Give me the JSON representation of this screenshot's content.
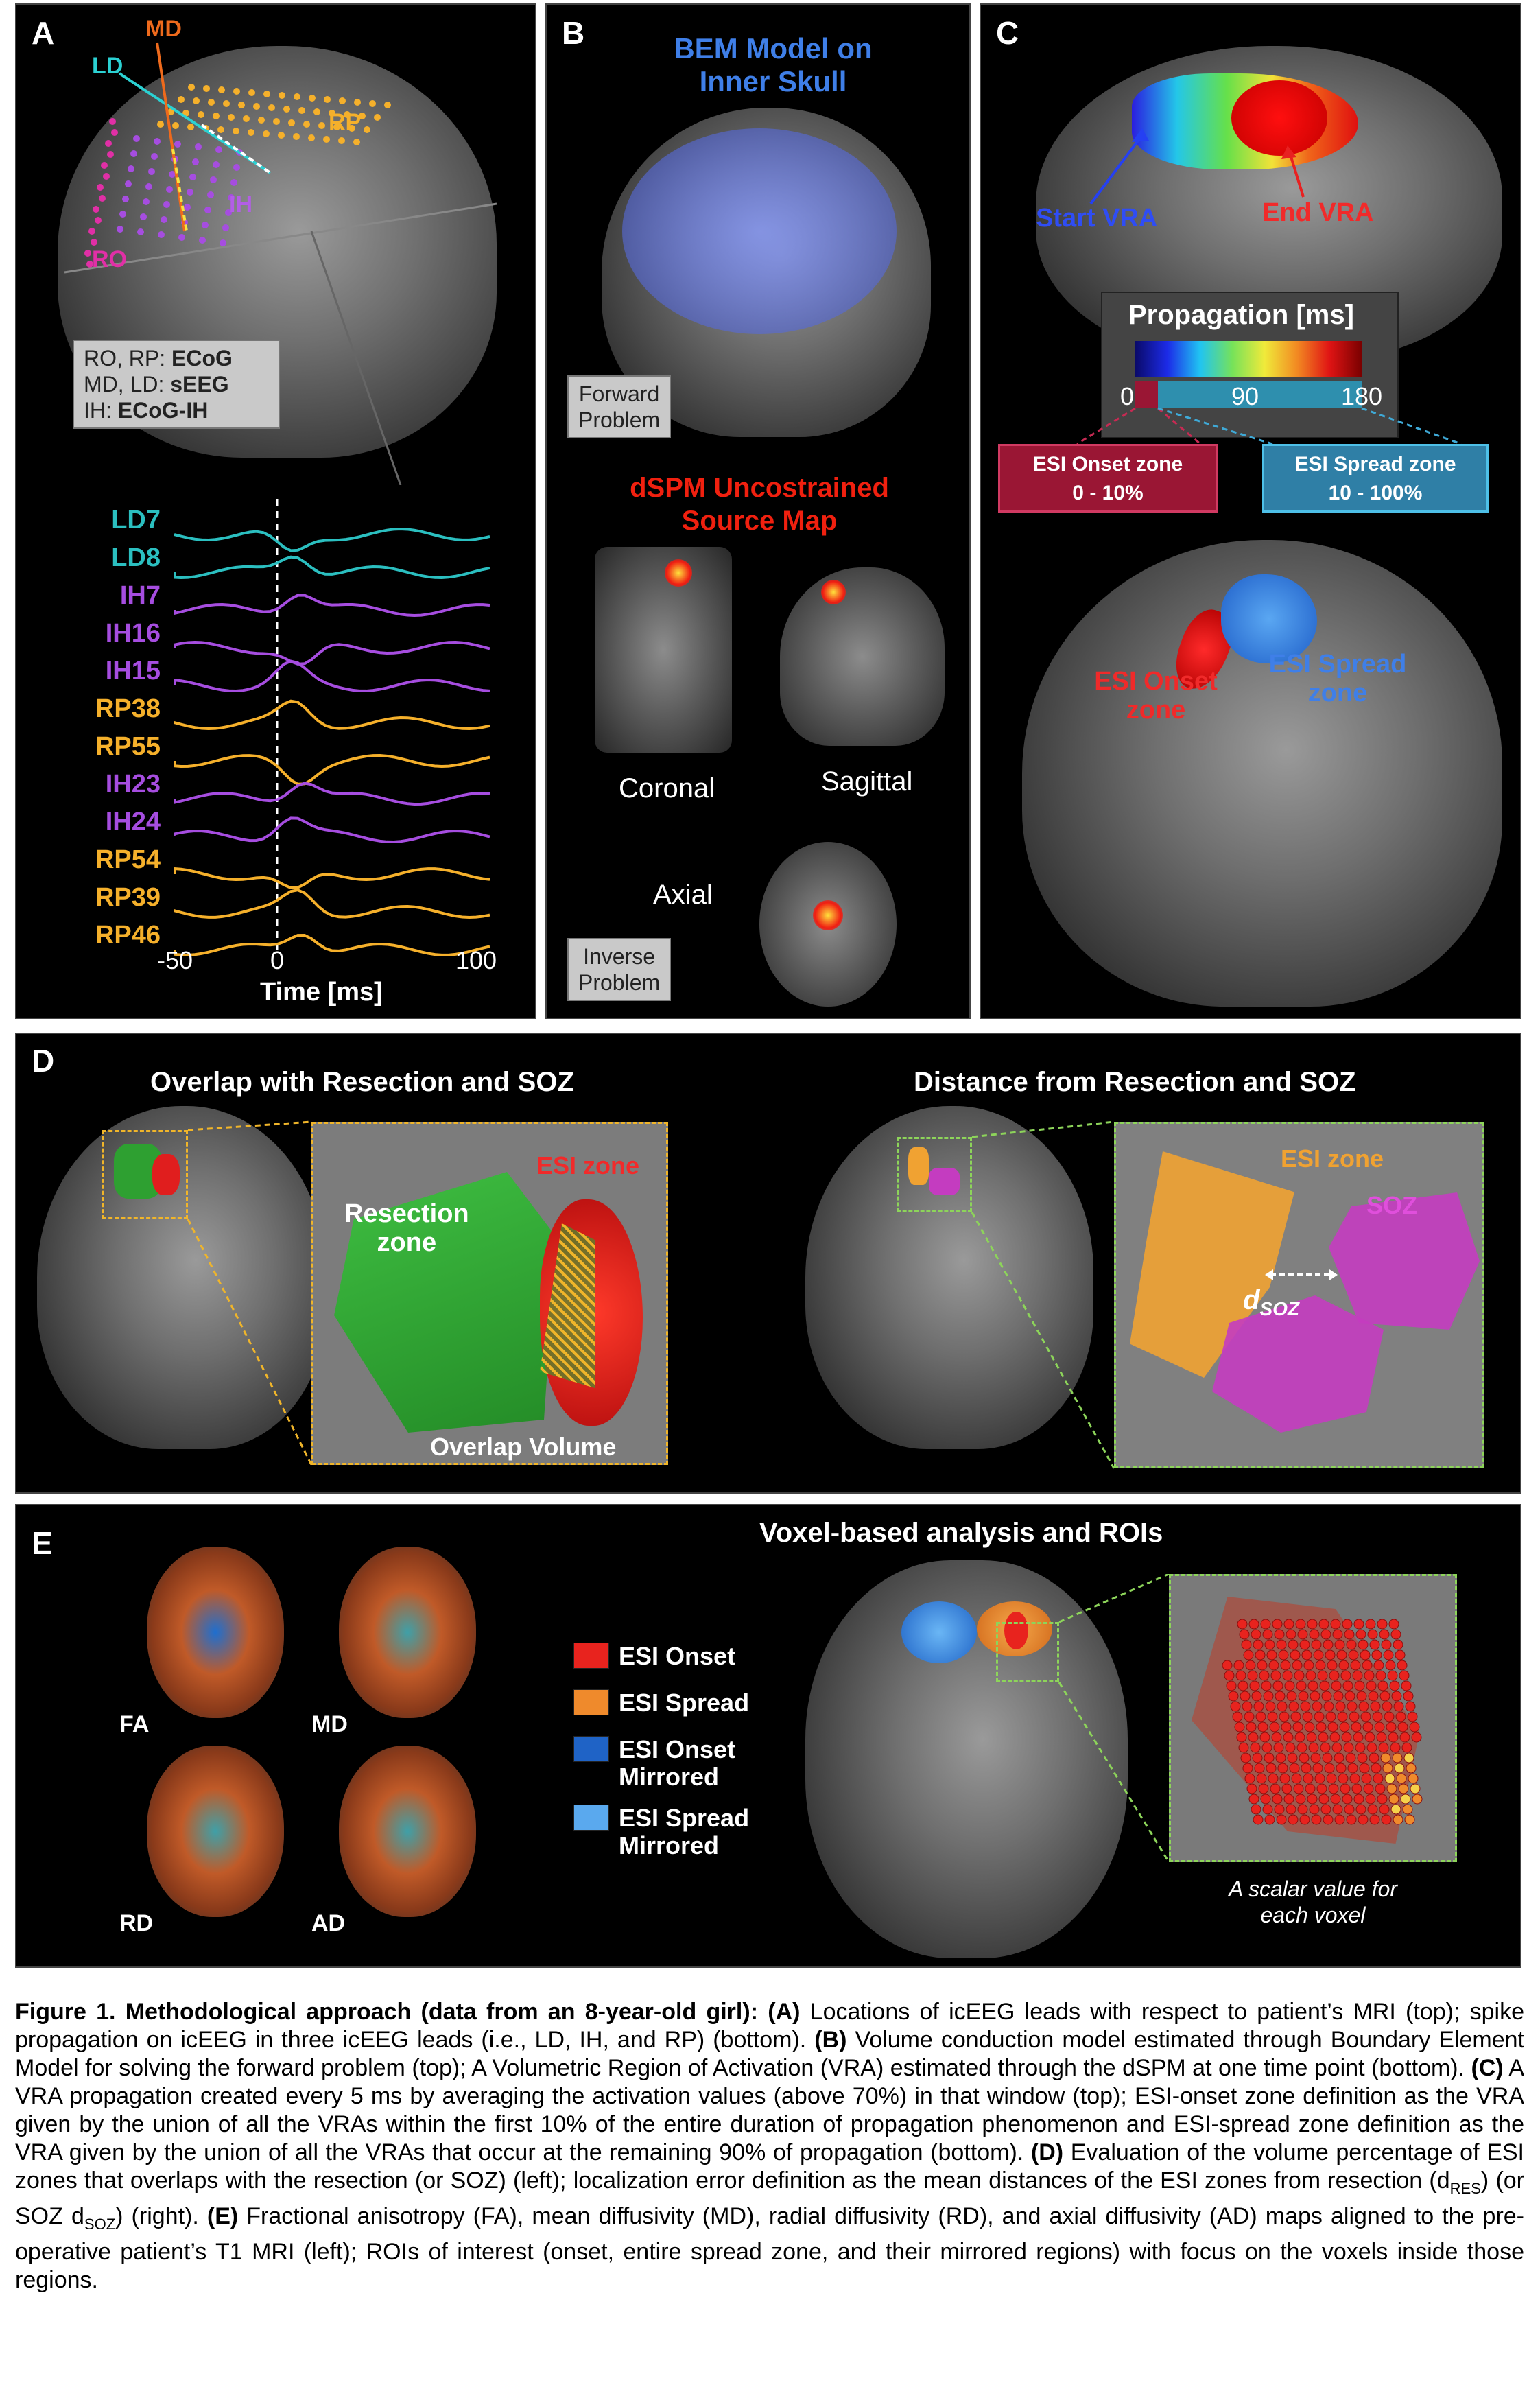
{
  "panelA": {
    "label": "A",
    "leads": {
      "md": "MD",
      "ld": "LD",
      "rp": "RP",
      "ih": "IH",
      "ro": "RO"
    },
    "legend": [
      {
        "prefix": "RO, RP: ",
        "type": "ECoG"
      },
      {
        "prefix": "MD, LD: ",
        "type": "sEEG"
      },
      {
        "prefix": "IH: ",
        "type": "ECoG-IH"
      }
    ],
    "traces": [
      {
        "name": "LD7",
        "color": "#2bbfc0"
      },
      {
        "name": "LD8",
        "color": "#2bbfc0"
      },
      {
        "name": "IH7",
        "color": "#a64de0"
      },
      {
        "name": "IH16",
        "color": "#a64de0"
      },
      {
        "name": "IH15",
        "color": "#a64de0"
      },
      {
        "name": "RP38",
        "color": "#f5b02b"
      },
      {
        "name": "RP55",
        "color": "#f5b02b"
      },
      {
        "name": "IH23",
        "color": "#a64de0"
      },
      {
        "name": "IH24",
        "color": "#a64de0"
      },
      {
        "name": "RP54",
        "color": "#f5b02b"
      },
      {
        "name": "RP39",
        "color": "#f5b02b"
      },
      {
        "name": "RP46",
        "color": "#f5b02b"
      }
    ],
    "xticks": [
      "-50",
      "0",
      "100"
    ],
    "xlabel": "Time [ms]"
  },
  "panelB": {
    "label": "B",
    "bem_title_1": "BEM Model on",
    "bem_title_2": "Inner Skull",
    "forward_1": "Forward",
    "forward_2": "Problem",
    "dspm_1": "dSPM Uncostrained",
    "dspm_2": "Source Map",
    "coronal": "Coronal",
    "sagittal": "Sagittal",
    "axial": "Axial",
    "inverse_1": "Inverse",
    "inverse_2": "Problem"
  },
  "panelC": {
    "label": "C",
    "start_vra": "Start VRA",
    "end_vra": "End VRA",
    "propagation": "Propagation [ms]",
    "ticks": [
      "0",
      "90",
      "180"
    ],
    "onset_box_1": "ESI Onset zone",
    "onset_box_2": "0 - 10%",
    "spread_box_1": "ESI Spread zone",
    "spread_box_2": "10 - 100%",
    "onset_zone_1": "ESI Onset",
    "onset_zone_2": "zone",
    "spread_zone_1": "ESI Spread",
    "spread_zone_2": "zone"
  },
  "panelD": {
    "label": "D",
    "left_title": "Overlap with Resection and SOZ",
    "right_title": "Distance from Resection and SOZ",
    "esi_zone_red": "ESI zone",
    "resection_1": "Resection",
    "resection_2": "zone",
    "overlap": "Overlap Volume",
    "esi_zone_orange": "ESI zone",
    "soz": "SOZ",
    "dsoz_main": "d",
    "dsoz_sub": "SOZ"
  },
  "panelE": {
    "label": "E",
    "title": "Voxel-based analysis and ROIs",
    "maps": [
      "FA",
      "MD",
      "RD",
      "AD"
    ],
    "legend": [
      {
        "line1": "ESI Onset",
        "line2": "",
        "color": "#e8231e"
      },
      {
        "line1": "ESI Spread",
        "line2": "",
        "color": "#ef8a2c"
      },
      {
        "line1": "ESI Onset",
        "line2": "Mirrored",
        "color": "#1f63c6"
      },
      {
        "line1": "ESI Spread",
        "line2": "Mirrored",
        "color": "#5aa9ee"
      }
    ],
    "scalar_1": "A scalar value for",
    "scalar_2": "each voxel"
  },
  "caption": {
    "fig": "Figure 1. Methodological approach (data from an 8-year-old girl)",
    "body_a_label": "(A)",
    "body_a": " Locations of icEEG leads with respect to patient’s MRI (top); spike propagation on icEEG in three icEEG leads (i.e., LD, IH, and RP) (bottom). ",
    "body_b_label": "(B)",
    "body_b": " Volume conduction model estimated through Boundary Element Model for solving the forward problem (top); A Volumetric Region of Activation (VRA) estimated through the dSPM at one time point (bottom). ",
    "body_c_label": "(C)",
    "body_c": " A VRA propagation created every 5 ms by averaging the activation values (above 70%) in that window (top); ESI-onset zone definition as the VRA given by the union of all the VRAs within the first 10% of the entire duration of propagation phenomenon and ESI-spread zone definition as the VRA given by the union of all the VRAs that occur at the remaining 90% of propagation (bottom). ",
    "body_d_label": "(D)",
    "body_d_1": " Evaluation of the volume percentage of ESI zones that overlaps with the resection (or SOZ) (left); localization error definition as the mean distances of the ESI zones from resection (d",
    "body_d_sub1": "RES",
    "body_d_2": ") (or SOZ d",
    "body_d_sub2": "SOZ",
    "body_d_3": ") (right). ",
    "body_e_label": "(E)",
    "body_e": " Fractional anisotropy (FA), mean diffusivity (MD), radial diffusivity (RD), and axial diffusivity (AD) maps aligned to the pre-operative patient’s T1 MRI (left); ROIs of interest (onset, entire spread zone, and their mirrored regions) with focus on the voxels inside those regions."
  }
}
